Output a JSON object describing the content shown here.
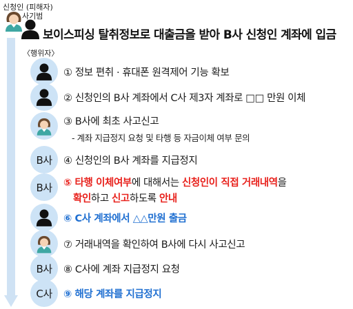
{
  "header": {
    "victim_label": "신청인 (피해자)",
    "criminal_label": "사기범",
    "title": "보이스피싱 탈취정보로 대출금을 받아 B사 신청인 계좌에 입금",
    "actor_column_label": "〈행위자〉"
  },
  "colors": {
    "badge_fill": "#cde3f6",
    "arrow_fill": "#cfe2f4",
    "highlight_red": "#e8211c",
    "highlight_blue": "#1f6fd1"
  },
  "actors": {
    "criminal_icon": "person-silhouette-icon",
    "victim_icon": "woman-avatar-icon",
    "bank_b": "B사",
    "bank_c": "C사"
  },
  "steps": [
    {
      "num": "①",
      "text": "정보 편취 · 휴대폰 원격제어 기능 확보"
    },
    {
      "num": "②",
      "text": "신청인의 B사 계좌에서 C사 제3자 계좌로 □□ 만원 이체"
    },
    {
      "num": "③",
      "text": "B사에 최초 사고신고",
      "sub": "- 계좌 지급정지 요청 및 타행 등 자금이체 여부 문의"
    },
    {
      "num": "④",
      "text": "신청인의 B사 계좌를 지급정지"
    },
    {
      "num": "⑤",
      "line1": {
        "a": "타행 이체여부",
        "b": "에 대해서는 ",
        "c": "신청인이 직접 거래내역",
        "d": "을"
      },
      "line2": {
        "a": "확인",
        "b": "하고 ",
        "c": "신고",
        "d": "하도록 ",
        "e": "안내"
      }
    },
    {
      "num": "⑥",
      "text": "C사 계좌에서 △△만원 출금"
    },
    {
      "num": "⑦",
      "text": "거래내역을 확인하여 B사에 다시 사고신고"
    },
    {
      "num": "⑧",
      "text": "C사에 계좌 지급정지 요청"
    },
    {
      "num": "⑨",
      "text": "해당 계좌를 지급정지"
    }
  ]
}
